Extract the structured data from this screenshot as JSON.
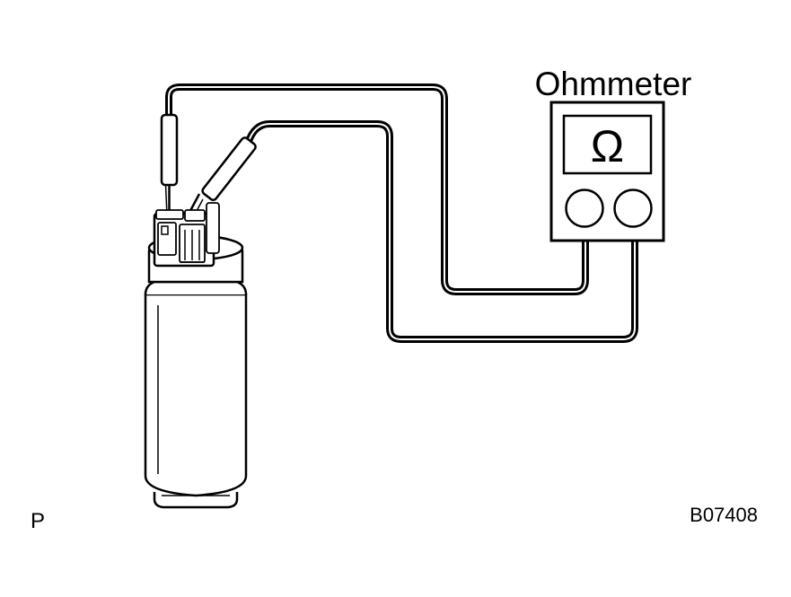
{
  "diagram": {
    "meter_label": "Ohmmeter",
    "meter_symbol": "Ω",
    "corner_label": "P",
    "figure_code": "B07408"
  },
  "colors": {
    "ink": "#000000",
    "paper": "#ffffff"
  }
}
